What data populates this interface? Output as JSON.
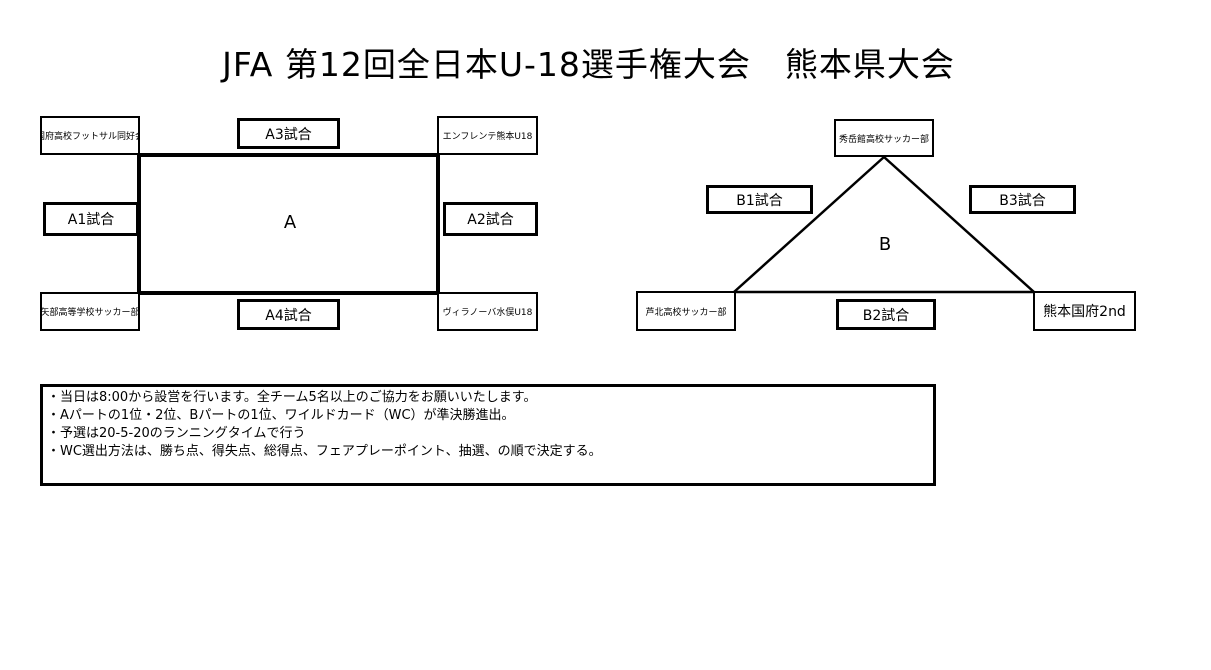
{
  "title": "JFA 第12回全日本U-18選手権大会　熊本県大会",
  "group_a": {
    "label": "A",
    "teams": {
      "top_left": "国府高校フットサル同好会",
      "top_right": "エンフレンテ熊本U18",
      "bottom_left": "矢部高等学校サッカー部",
      "bottom_right": "ヴィラノーバ水俣U18"
    },
    "matches": {
      "a1": "A1試合",
      "a2": "A2試合",
      "a3": "A3試合",
      "a4": "A4試合"
    }
  },
  "group_b": {
    "label": "B",
    "teams": {
      "top": "秀岳館高校サッカー部",
      "bottom_left": "芦北高校サッカー部",
      "bottom_right": "熊本国府2nd"
    },
    "matches": {
      "b1": "B1試合",
      "b2": "B2試合",
      "b3": "B3試合"
    }
  },
  "notes": [
    "・当日は8:00から設営を行います。全チーム5名以上のご協力をお願いいたします。",
    "・Aパートの1位・2位、Bパートの1位、ワイルドカード（WC）が準決勝進出。",
    "・予選は20-5-20のランニングタイムで行う",
    "・WC選出方法は、勝ち点、得失点、総得点、フェアプレーポイント、抽選、の順で決定する。"
  ]
}
